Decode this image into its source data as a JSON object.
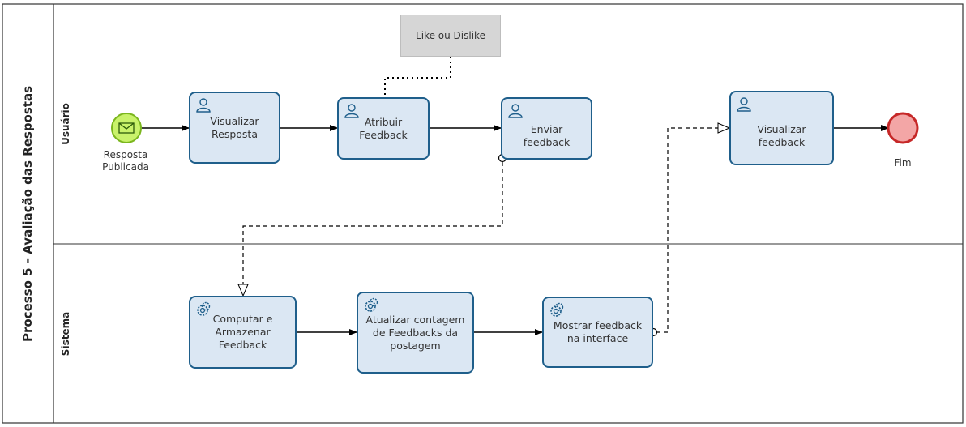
{
  "pool": {
    "title": "Processo 5 - Avaliação das Respostas"
  },
  "lanes": {
    "usuario": "Usuário",
    "sistema": "Sistema"
  },
  "events": {
    "start_label": "Resposta Publicada",
    "end_label": "Fim"
  },
  "annotation": {
    "text": "Like ou Dislike"
  },
  "tasks": {
    "visualizar_resposta": "Visualizar Resposta",
    "atribuir_feedback": "Atribuir Feedback",
    "enviar_feedback": "Enviar feedback",
    "visualizar_feedback": "Visualizar feedback",
    "computar": "Computar e Armazenar Feedback",
    "atualizar": "Atualizar contagem de Feedbacks da postagem",
    "mostrar": "Mostrar feedback na interface"
  },
  "colors": {
    "task_fill": "#dbe7f3",
    "task_border": "#1f5f8b",
    "start_fill": "#c9f26b",
    "start_border": "#7bb61e",
    "end_fill": "#f3a6a6",
    "end_border": "#c62828",
    "annotation_fill": "#d6d6d6"
  },
  "icons": {
    "user_task": "user-task-icon",
    "service_task": "service-task-icon",
    "start_event": "envelope-icon"
  }
}
